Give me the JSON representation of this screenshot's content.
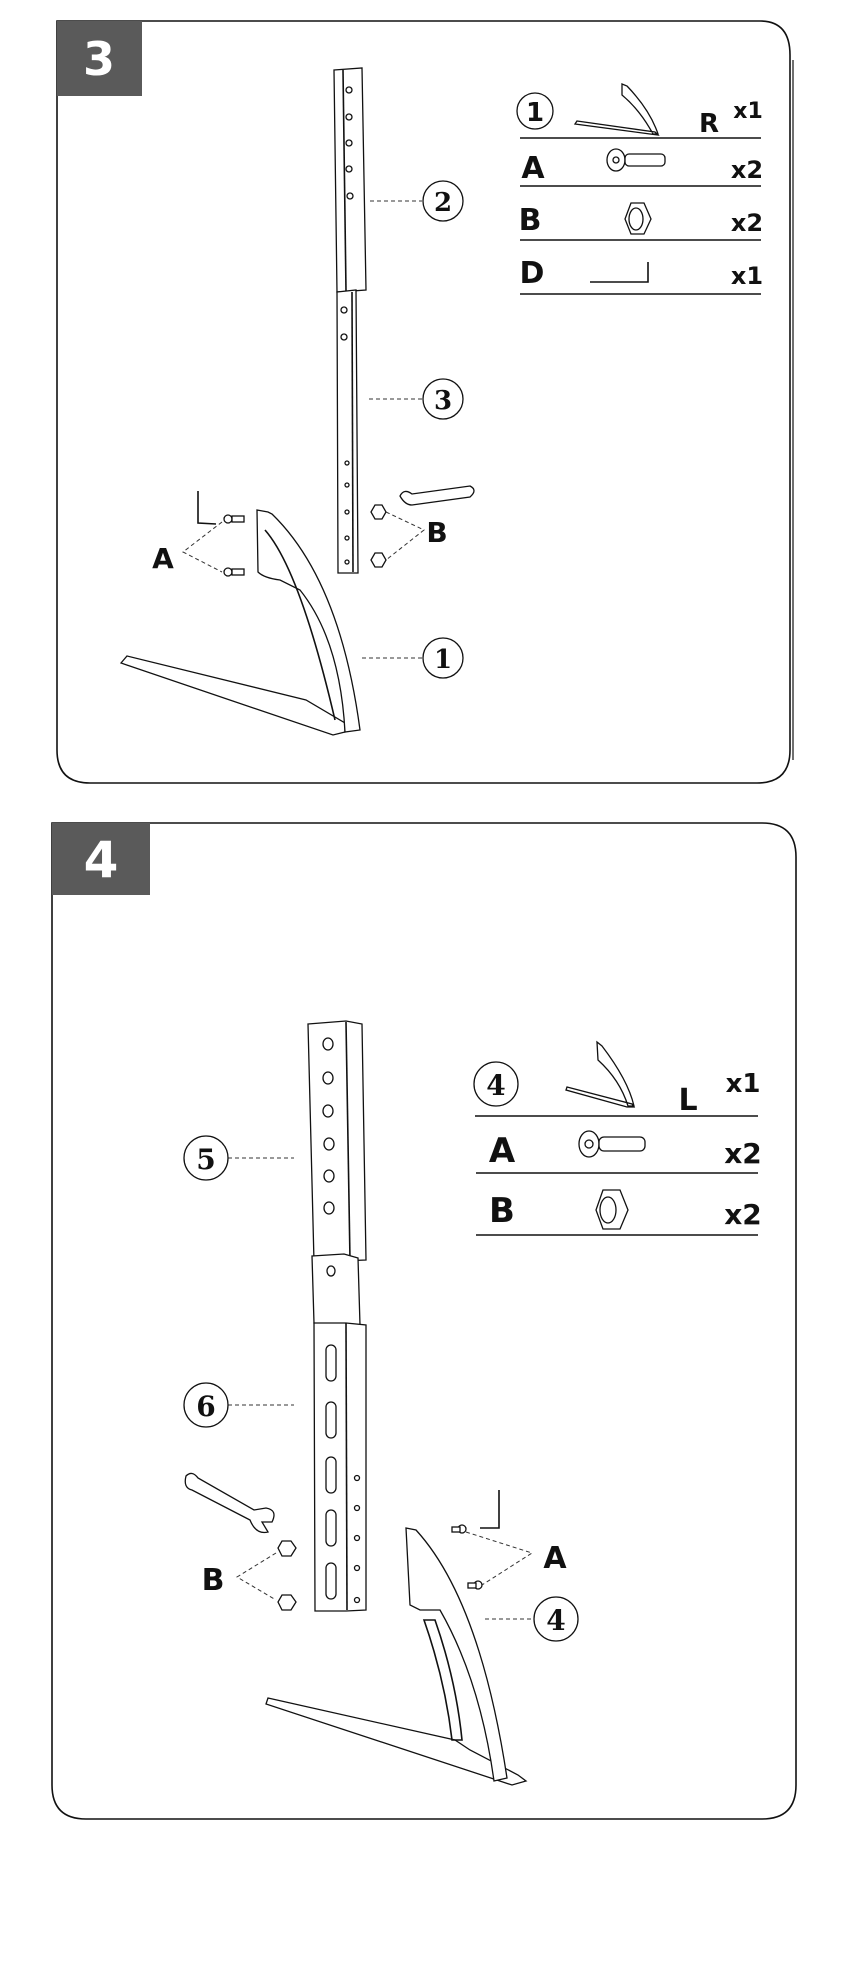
{
  "steps": [
    {
      "number": "3",
      "callouts": {
        "upper_rail": "2",
        "lower_rail": "3",
        "base": "1"
      },
      "labels": {
        "screws": "A",
        "nuts": "B"
      },
      "parts": [
        {
          "id": "1",
          "side": "R",
          "qty": "x1"
        },
        {
          "id": "A",
          "qty": "x2"
        },
        {
          "id": "B",
          "qty": "x2"
        },
        {
          "id": "D",
          "qty": "x1"
        }
      ]
    },
    {
      "number": "4",
      "callouts": {
        "upper_rail": "5",
        "lower_rail": "6",
        "base": "4"
      },
      "labels": {
        "screws": "A",
        "nuts": "B"
      },
      "parts": [
        {
          "id": "4",
          "side": "L",
          "qty": "x1"
        },
        {
          "id": "A",
          "qty": "x2"
        },
        {
          "id": "B",
          "qty": "x2"
        }
      ]
    }
  ],
  "colors": {
    "badge": "#5a5a5a",
    "line": "#111111"
  }
}
